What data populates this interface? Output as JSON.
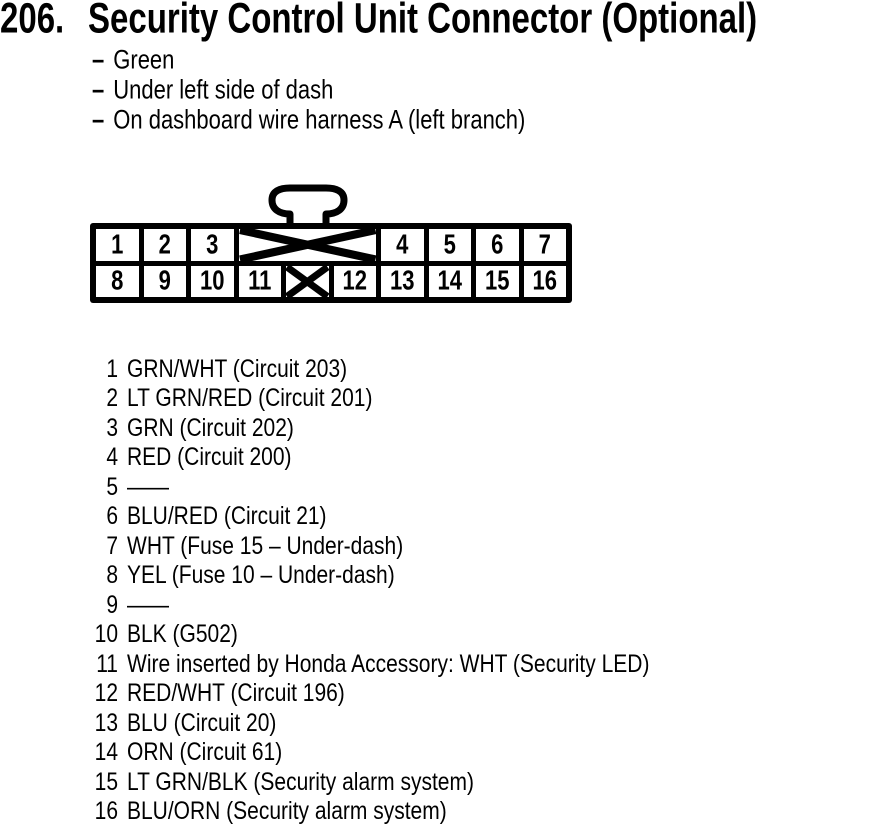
{
  "heading": {
    "number": "206.",
    "title": "Security Control Unit Connector (Optional)"
  },
  "notes": {
    "dash": "–",
    "items": [
      "Green",
      "Under left side of dash",
      "On dashboard wire harness A (left branch)"
    ]
  },
  "connector": {
    "ink_color": "#000000",
    "background": "#ffffff",
    "icons": {
      "latch": "connector-latch-tab",
      "blocked_wide": "x-cross-blocked-cavity",
      "blocked_small": "x-cross-blocked-cavity"
    },
    "top_left_pins": [
      "1",
      "2",
      "3"
    ],
    "top_right_pins": [
      "4",
      "5",
      "6",
      "7"
    ],
    "bottom_left_pins": [
      "8",
      "9",
      "10",
      "11"
    ],
    "bottom_right_pins": [
      "12",
      "13",
      "14",
      "15",
      "16"
    ]
  },
  "pin_list": [
    {
      "number": "1",
      "desc": "GRN/WHT (Circuit 203)"
    },
    {
      "number": "2",
      "desc": "LT GRN/RED (Circuit 201)"
    },
    {
      "number": "3",
      "desc": "GRN (Circuit 202)"
    },
    {
      "number": "4",
      "desc": "RED (Circuit 200)"
    },
    {
      "number": "5",
      "desc": "——"
    },
    {
      "number": "6",
      "desc": "BLU/RED (Circuit 21)"
    },
    {
      "number": "7",
      "desc": "WHT (Fuse 15 – Under-dash)"
    },
    {
      "number": "8",
      "desc": "YEL (Fuse 10 – Under-dash)"
    },
    {
      "number": "9",
      "desc": "——"
    },
    {
      "number": "10",
      "desc": "BLK (G502)"
    },
    {
      "number": "11",
      "desc": "Wire inserted by Honda Accessory: WHT (Security LED)"
    },
    {
      "number": "12",
      "desc": "RED/WHT (Circuit 196)"
    },
    {
      "number": "13",
      "desc": "BLU (Circuit 20)"
    },
    {
      "number": "14",
      "desc": "ORN (Circuit 61)"
    },
    {
      "number": "15",
      "desc": "LT GRN/BLK (Security alarm system)"
    },
    {
      "number": "16",
      "desc": "BLU/ORN (Security alarm system)"
    }
  ]
}
